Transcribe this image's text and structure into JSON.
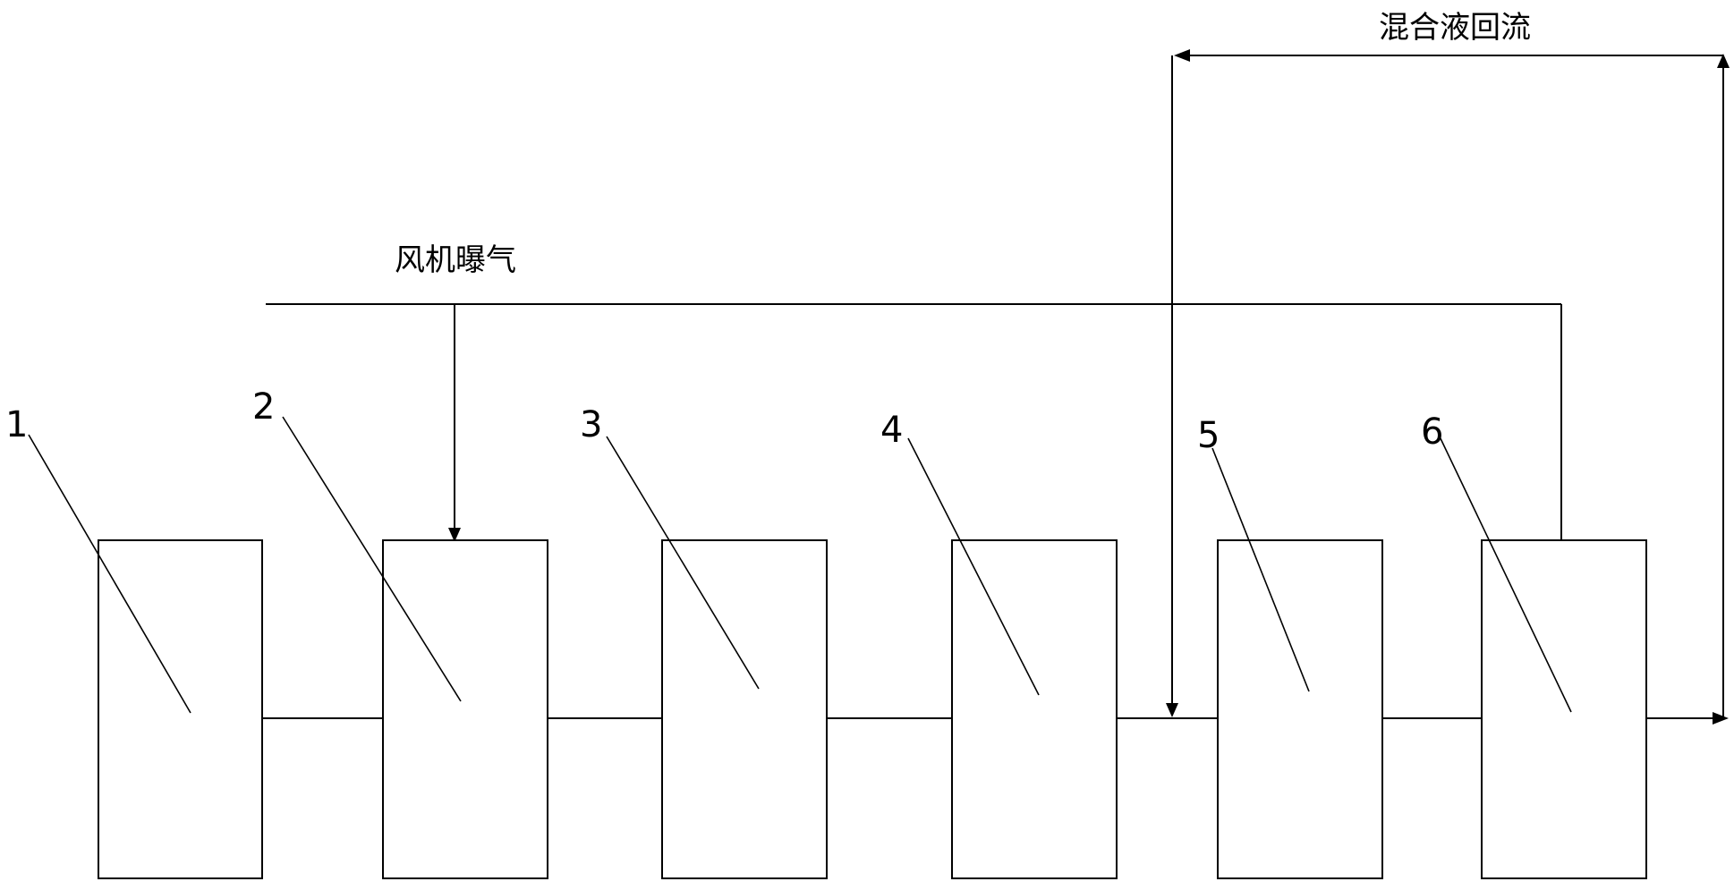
{
  "labels": {
    "aeration": "风机曝气",
    "recycle": "混合液回流"
  },
  "units": [
    {
      "id": "1",
      "number": "1"
    },
    {
      "id": "2",
      "number": "2"
    },
    {
      "id": "3",
      "number": "3"
    },
    {
      "id": "4",
      "number": "4"
    },
    {
      "id": "5",
      "number": "5"
    },
    {
      "id": "6",
      "number": "6"
    }
  ],
  "colors": {
    "line": "#000000",
    "background": "#ffffff"
  }
}
